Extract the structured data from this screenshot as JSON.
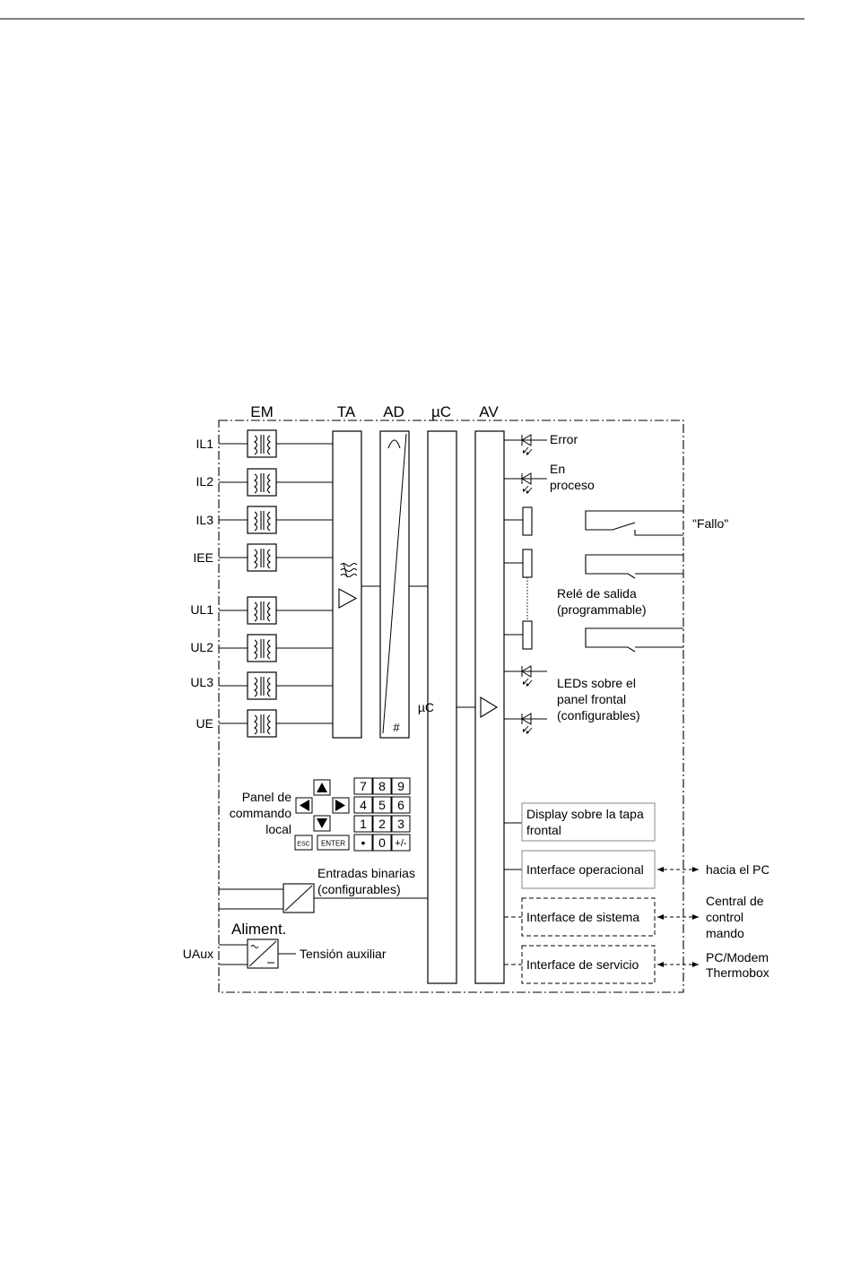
{
  "headers": {
    "em": "EM",
    "ta": "TA",
    "ad": "AD",
    "uc": "µC",
    "av": "AV"
  },
  "inputs": [
    {
      "id": "il1",
      "label": "IL1"
    },
    {
      "id": "il2",
      "label": "IL2"
    },
    {
      "id": "il3",
      "label": "IL3"
    },
    {
      "id": "iee",
      "label": "IEE"
    },
    {
      "id": "ul1",
      "label": "UL1"
    },
    {
      "id": "ul2",
      "label": "UL2"
    },
    {
      "id": "ul3",
      "label": "UL3"
    },
    {
      "id": "ue",
      "label": "UE"
    }
  ],
  "leds": {
    "error": "Error",
    "en": "En",
    "proceso": "proceso"
  },
  "relays": {
    "fallo": "\"Fallo\"",
    "rele1": "Relé de salida",
    "rele2": "(programmable)"
  },
  "led_panel": {
    "l1": "LEDs sobre el",
    "l2": "panel frontal",
    "l3": "(configurables)"
  },
  "uc_label": "µC",
  "ad_hash": "#",
  "keypad": {
    "label": [
      "Panel de",
      "commando",
      "local"
    ],
    "digits": [
      "7",
      "8",
      "9",
      "4",
      "5",
      "6",
      "1",
      "2",
      "3",
      "•",
      "0",
      "+/-"
    ],
    "esc": "ESC",
    "enter": "ENTER"
  },
  "display": {
    "l1": "Display sobre la tapa",
    "l2": "frontal"
  },
  "interfaces": {
    "operacional": "Interface operacional",
    "sistema": "Interface de sistema",
    "servicio": "Interface de servicio"
  },
  "targets": {
    "pc": "hacia el PC",
    "central": [
      "Central de",
      "control",
      "mando"
    ],
    "pcmodem": [
      "PC/Modem",
      "Thermobox"
    ]
  },
  "binarias": {
    "l1": "Entradas binarias",
    "l2": "(configurables)"
  },
  "aliment": {
    "title": "Aliment.",
    "uaux": "UAux",
    "tension": "Tensión auxiliar"
  }
}
